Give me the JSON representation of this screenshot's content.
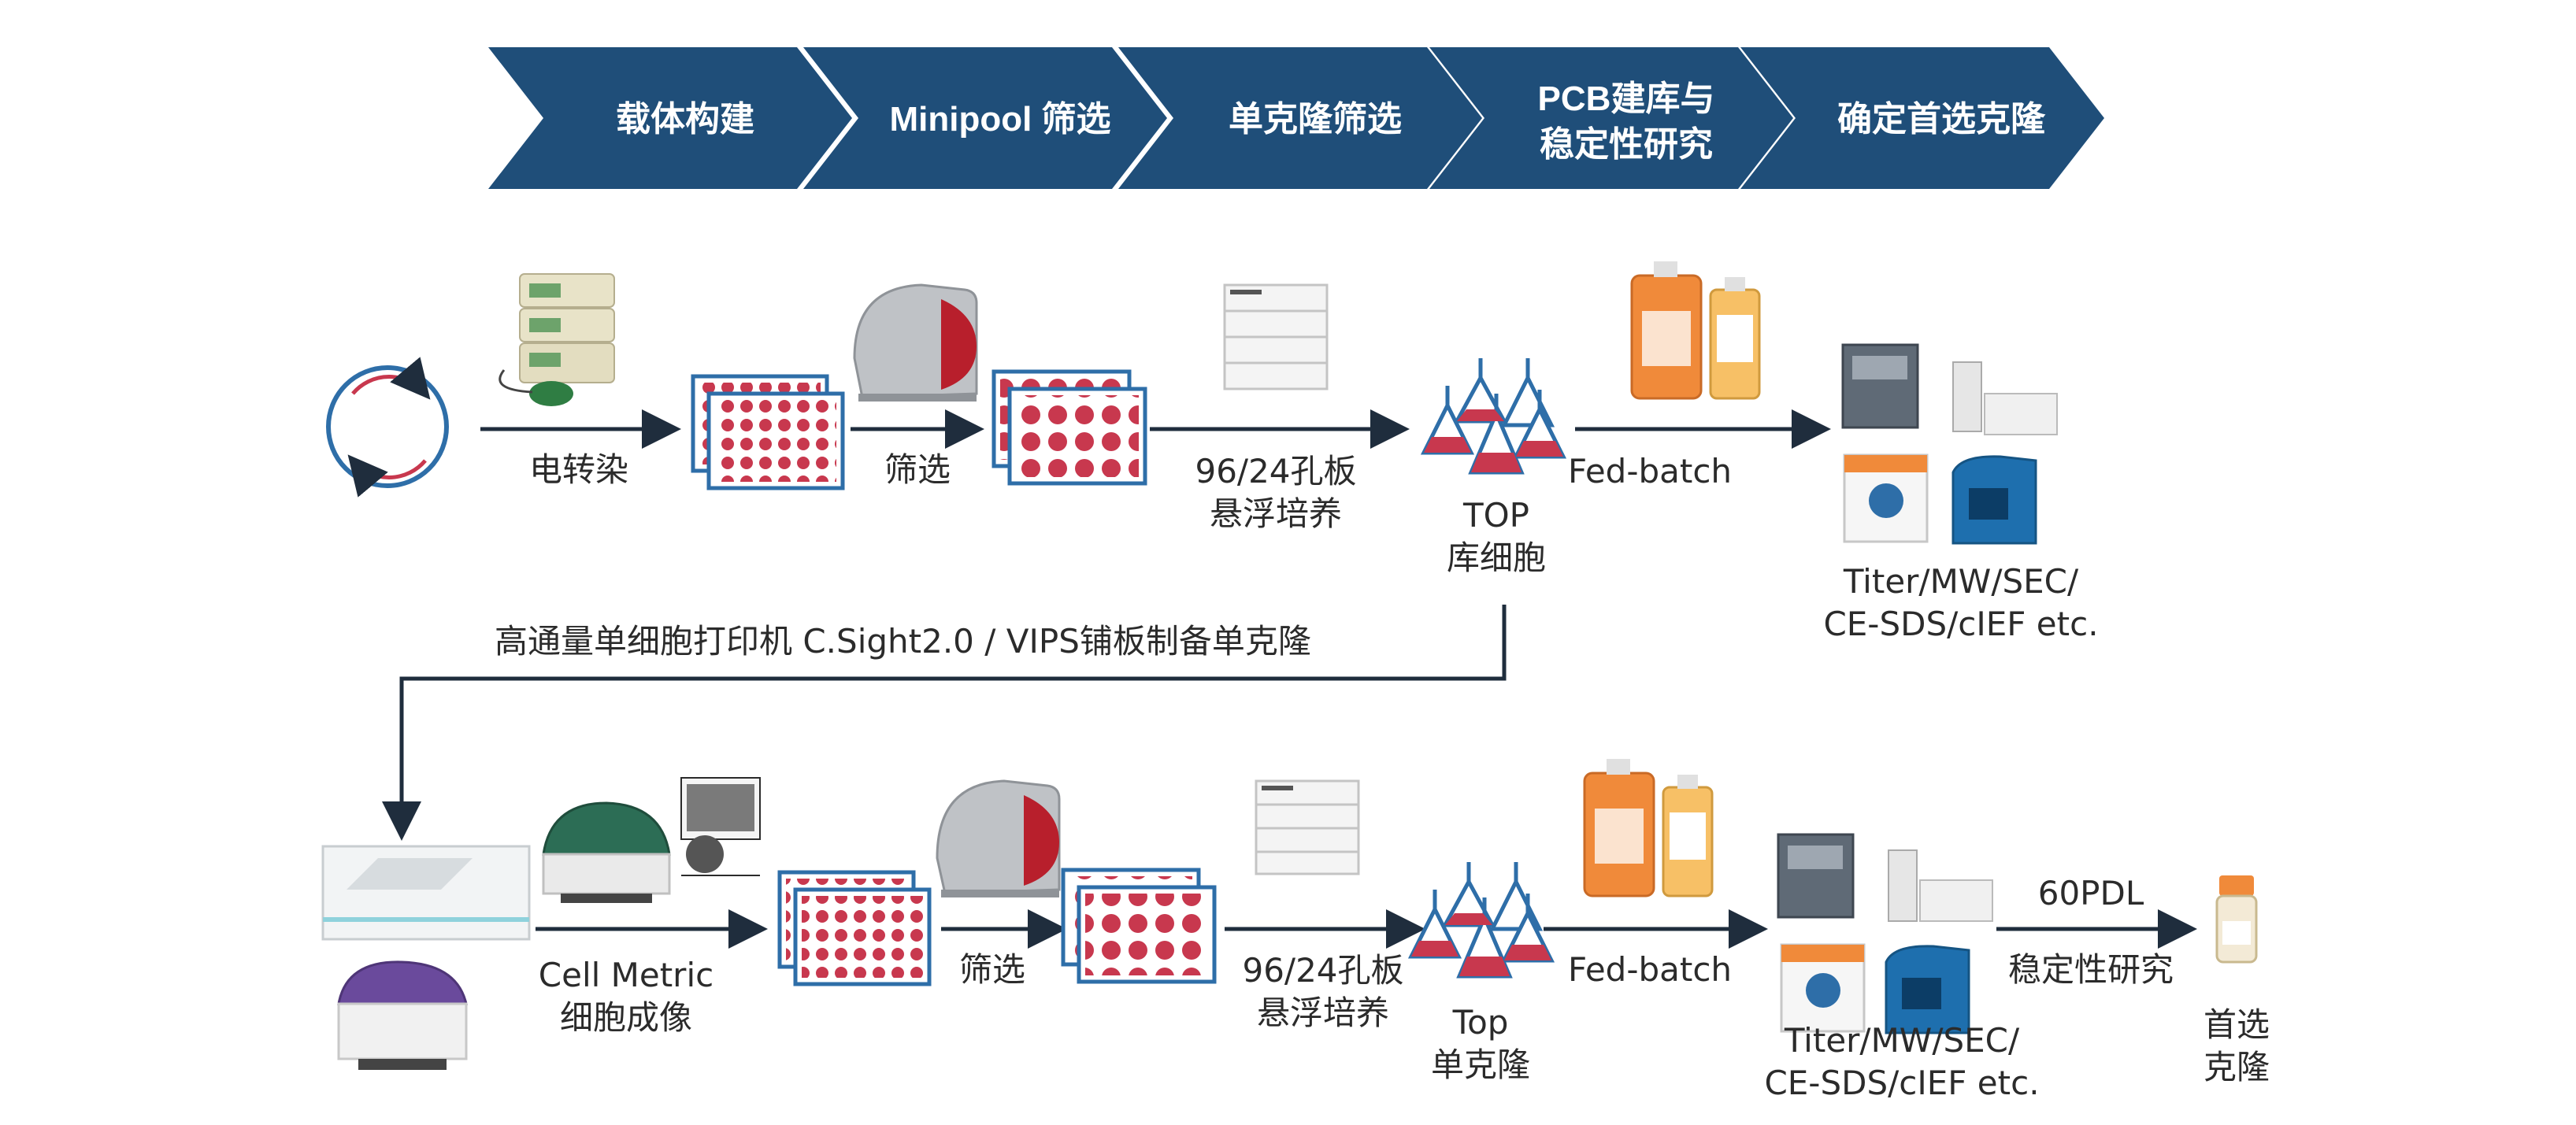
{
  "colors": {
    "chevron": "#1f4e79",
    "arrow": "#1f2d3d",
    "plate_border": "#2e6ea8",
    "well": "#c8384e",
    "flask_outline": "#2e6ea8",
    "flask_liquid": "#c8384e",
    "orange_bag": "#f08a3a"
  },
  "steps": [
    "载体构建",
    "Minipool 筛选",
    "单克隆筛选",
    "PCB建库与",
    "稳定性研究",
    "确定首选克隆"
  ],
  "row1": {
    "electroporation": "电转染",
    "screening": "筛选",
    "suspension_l1": "96/24孔板",
    "suspension_l2": "悬浮培养",
    "pool_l1": "TOP",
    "pool_l2": "库细胞",
    "fedbatch": "Fed-batch",
    "analytics_l1": "Titer/MW/SEC/",
    "analytics_l2": "CE-SDS/cIEF etc."
  },
  "connector_text": "高通量单细胞打印机 C.Sight2.0 / VIPS铺板制备单克隆",
  "row2": {
    "imaging_l1": "Cell Metric",
    "imaging_l2": "细胞成像",
    "screening": "筛选",
    "suspension_l1": "96/24孔板",
    "suspension_l2": "悬浮培养",
    "clone_l1": "Top",
    "clone_l2": "单克隆",
    "fedbatch": "Fed-batch",
    "analytics_l1": "Titer/MW/SEC/",
    "analytics_l2": "CE-SDS/cIEF etc.",
    "stability_l1": "60PDL",
    "stability_l2": "稳定性研究",
    "final_l1": "首选",
    "final_l2": "克隆"
  },
  "icons": [
    "plasmid-icon",
    "electroporator-icon",
    "well-plate-icon",
    "incubator-icon",
    "shaker-icon",
    "flask-icon",
    "media-bag-icon",
    "hplc-icon",
    "analyzer-icon",
    "cell-printer-icon",
    "imager-icon",
    "vial-icon"
  ]
}
